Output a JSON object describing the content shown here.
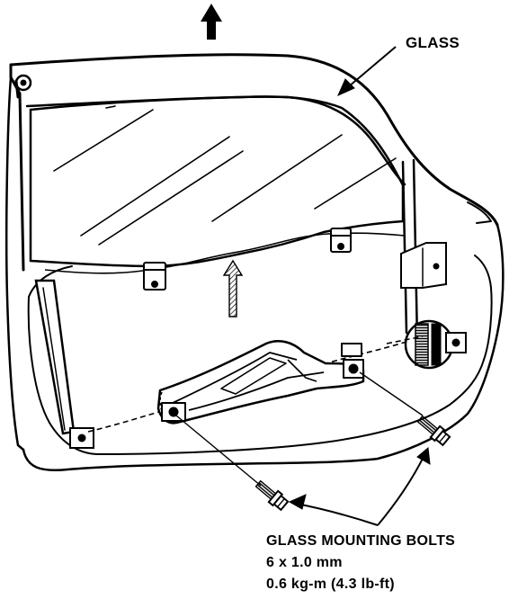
{
  "labels": {
    "glass": "GLASS",
    "bolts_title": "GLASS MOUNTING BOLTS",
    "bolt_size": "6 x 1.0 mm",
    "bolt_torque": "0.6 kg-m (4.3 lb-ft)"
  },
  "colors": {
    "ink": "#000000",
    "paper": "#ffffff"
  }
}
